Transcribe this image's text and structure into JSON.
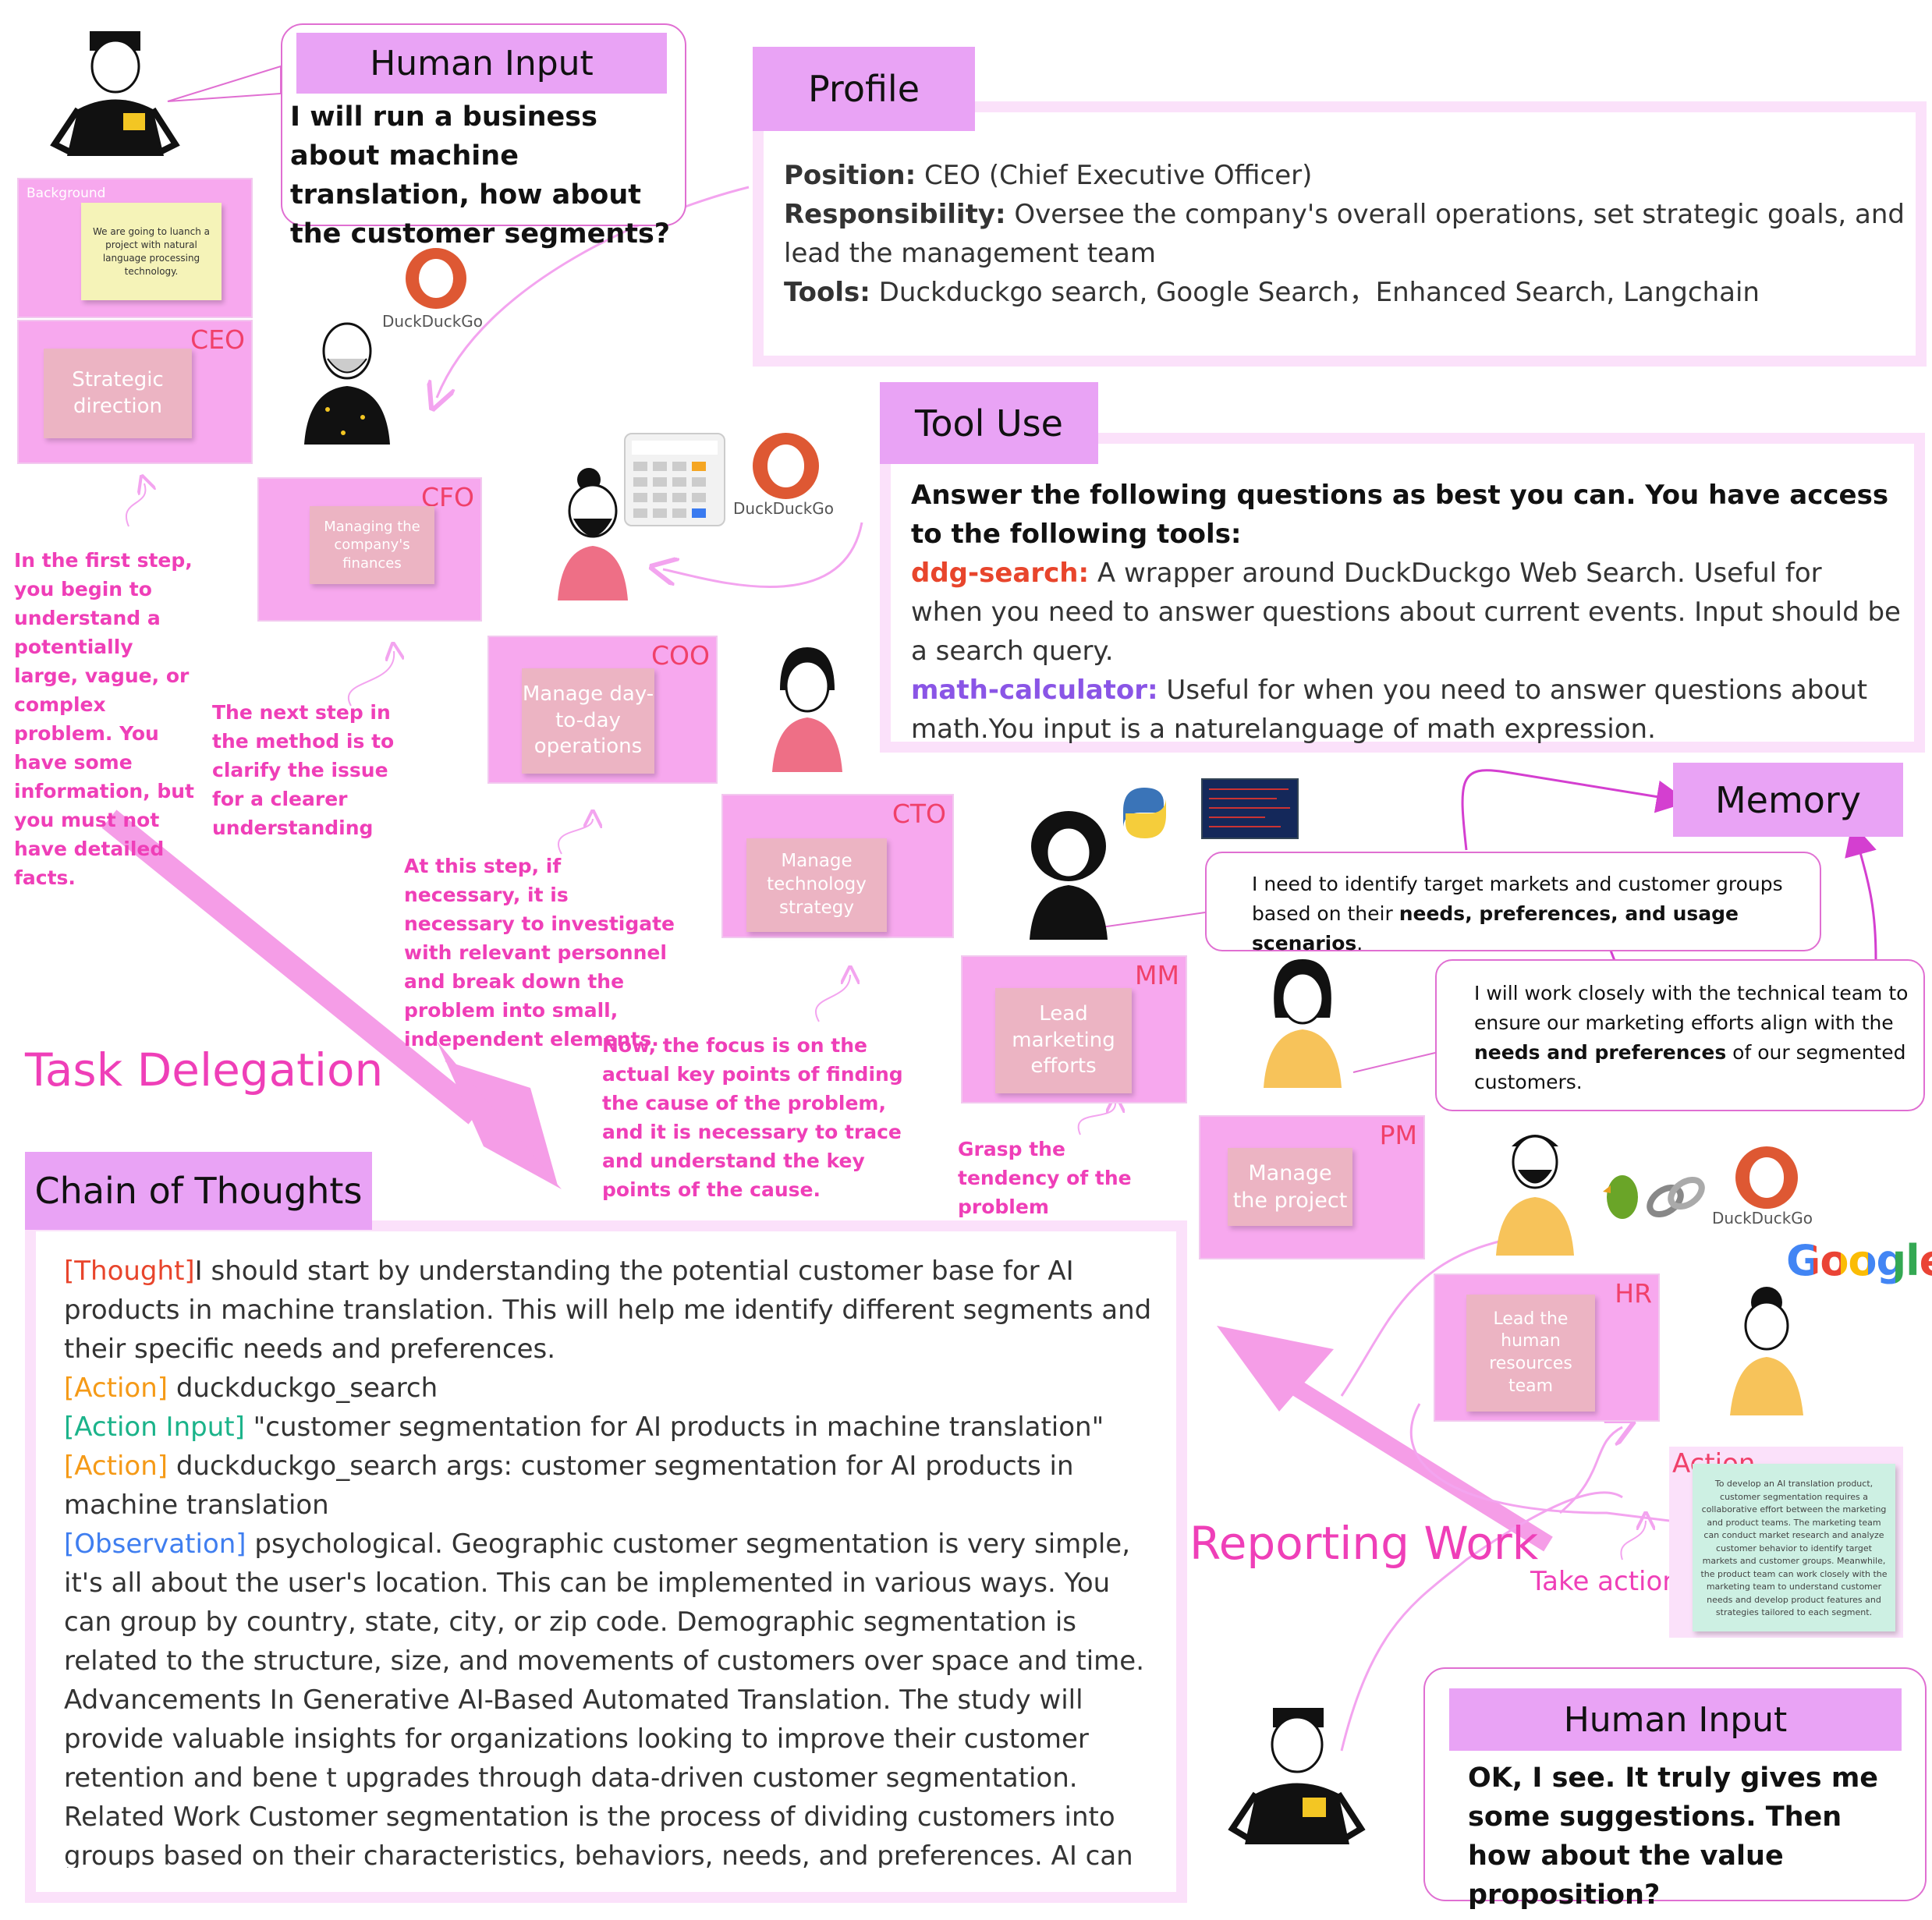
{
  "human_input_top": {
    "header": "Human Input",
    "text": "I will run a business about machine translation, how about the customer segments?"
  },
  "background_note": {
    "label": "Background",
    "text": "We are going to luanch a project with natural language processing technology."
  },
  "profile": {
    "header": "Profile",
    "position_label": "Position:",
    "position_value": " CEO (Chief Executive Officer)",
    "responsibility_label": "Responsibility:",
    "responsibility_value": " Oversee the company's overall operations, set strategic goals, and lead the management team",
    "tools_label": "Tools:",
    "tools_value": " Duckduckgo search, Google Search，Enhanced Search, Langchain"
  },
  "tool_use": {
    "header": "Tool Use",
    "intro": "Answer the following questions as best you can. You have access to the following tools:",
    "tool1_name": "ddg-search:",
    "tool1_desc": " A wrapper around DuckDuckgo Web Search. Useful for when you need to answer questions about current events. Input should be a search query.",
    "tool2_name": "math-calculator:",
    "tool2_desc": " Useful for when you need to answer questions about math.You input is a naturelanguage of math expression."
  },
  "roles": {
    "ceo": {
      "tag": "CEO",
      "note": "Strategic direction"
    },
    "cfo": {
      "tag": "CFO",
      "note": "Managing the company's finances"
    },
    "coo": {
      "tag": "COO",
      "note": "Manage day-to-day operations"
    },
    "cto": {
      "tag": "CTO",
      "note": "Manage technology strategy"
    },
    "mm": {
      "tag": "MM",
      "note": "Lead marketing efforts"
    },
    "pm": {
      "tag": "PM",
      "note": "Manage the project"
    },
    "hr": {
      "tag": "HR",
      "note": "Lead the human resources team"
    }
  },
  "steps": {
    "s1": "In the first step, you begin to understand a potentially large, vague, or complex problem. You have some information, but you must not have detailed facts.",
    "s2": "The next step in the method is to clarify the issue for a clearer understanding",
    "s3": "At this step, if necessary, it is necessary to investigate with relevant personnel and break down the problem into small, independent elements.",
    "s4": "Now, the focus is on the actual key points of finding the cause of the problem, and it is necessary to trace and understand the key points of the cause.",
    "s5": "Grasp the tendency of the problem",
    "s6": "Take action"
  },
  "labels": {
    "task_delegation": "Task Delegation",
    "reporting_work": "Reporting Work",
    "duckduckgo": "DuckDuckGo",
    "google": "Google"
  },
  "memory": {
    "header": "Memory",
    "bubble1_a": "I need to identify target markets and customer groups based on their ",
    "bubble1_b": "needs, preferences, and usage scenarios",
    "bubble1_c": ".",
    "bubble2_a": "I will work closely with the technical team to ensure our marketing efforts align with the ",
    "bubble2_b": "needs and preferences",
    "bubble2_c": " of our segmented customers."
  },
  "chain": {
    "header": "Chain of Thoughts",
    "thought_tag": "[Thought]",
    "thought_text": "I should start by understanding the potential customer base for AI products in machine translation. This will help me identify different segments and their specific needs and preferences.",
    "action1_tag": "[Action]",
    "action1_text": " duckduckgo_search",
    "input_tag": "[Action Input]",
    "input_text": " \"customer segmentation for AI products in machine translation\"",
    "action2_tag": "[Action]",
    "action2_text": " duckduckgo_search args: customer segmentation for AI products in machine translation",
    "obs_tag": "[Observation]",
    "obs_text": " psychological. Geographic customer segmentation is very simple, it's all about the user's location. This can be implemented in various ways. You can group by country, state, city, or zip code. Demographic segmentation is related to the structure, size, and movements of customers over space and time. Advancements In Generative AI-Based Automated Translation. The study will provide valuable insights for organizations looking to improve their customer retention and bene t upgrades through data-driven customer segmentation.  Related Work Customer segmentation is the process of dividing customers into groups based on their characteristics, behaviors, needs, and preferences. AI can be used to optimize and personalize customer ..."
  },
  "action_card": {
    "label": "Action",
    "text": "To develop an AI translation product, customer segmentation requires a collaborative effort between the marketing and product teams. The marketing team can conduct market research and analyze customer behavior to identify target markets and customer groups. Meanwhile, the product team can work closely with the marketing team to understand customer needs and develop product features and strategies tailored to each segment."
  },
  "human_input_bottom": {
    "header": "Human Input",
    "text": "OK, I see. It truly gives me some suggestions. Then how about the value proposition?"
  },
  "colors": {
    "header_bg": "#e9a3f5",
    "panel_border": "#fbe1fa",
    "role_bg": "#f7a8ee",
    "tag_red": "#f0406a",
    "step_pink": "#ef3fb8",
    "ddg_red": "#e8452c",
    "action_orange": "#f59a17",
    "input_green": "#1bb38a",
    "obs_blue": "#3f7ef0",
    "math_purple": "#8a55e6"
  }
}
